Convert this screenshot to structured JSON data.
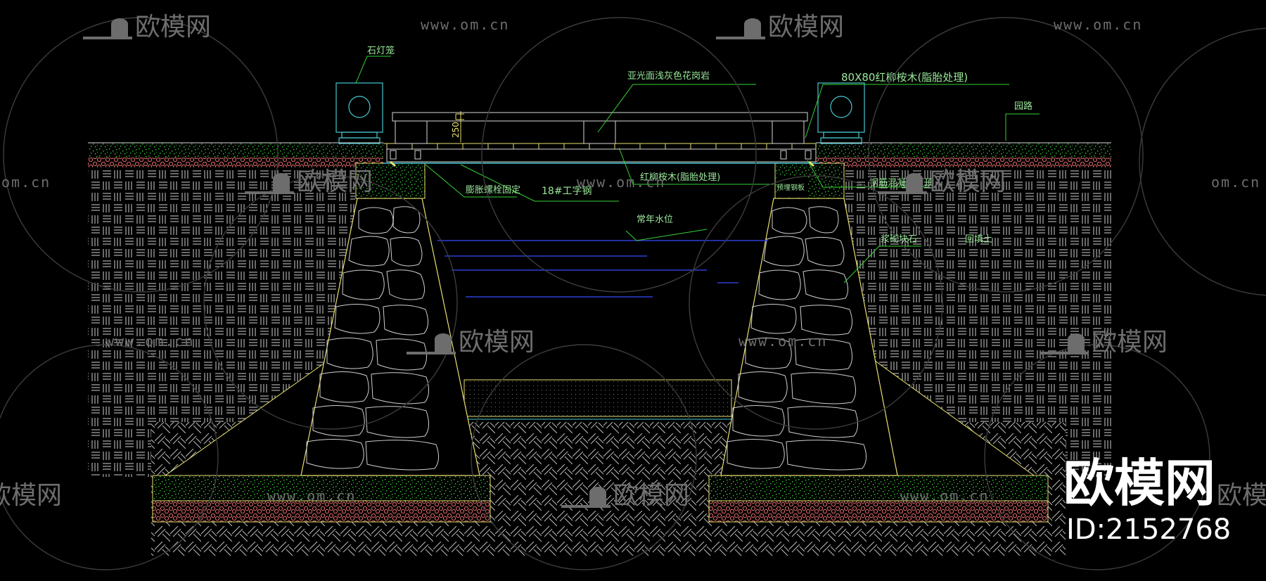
{
  "labels": {
    "stone_lamp": "石灯笼",
    "deck_stone": "亚光面浅灰色花岗岩",
    "timber_beam": "80X80红柳桉木(脂胎处理)",
    "path": "园路",
    "dim_250": "250",
    "anchor": "膨胀螺栓固定",
    "steel_beam": "18#工字钢",
    "timber_deck": "红柳桉木(脂胎处理)",
    "concrete_cap": "钢筋混凝土压顶",
    "small_plate": "预埋钢板",
    "water_level": "常年水位",
    "masonry": "浆砌块石",
    "backfill": "回填土"
  },
  "watermark": {
    "brand": "欧模网",
    "url": "www.om.cn",
    "url_partial": "om.cn",
    "id_text": "ID:2152768"
  },
  "colors": {
    "background": "#000000",
    "cyan": "#46c8d2",
    "yellow": "#e8e070",
    "green_hatch": "#36d336",
    "red_gravel": "#e26a6a",
    "blue_water": "#2f3fd6",
    "white_line": "#d8d8d8",
    "label_green": "#9ae89a",
    "watermark_gray": "#6d6d6d"
  }
}
